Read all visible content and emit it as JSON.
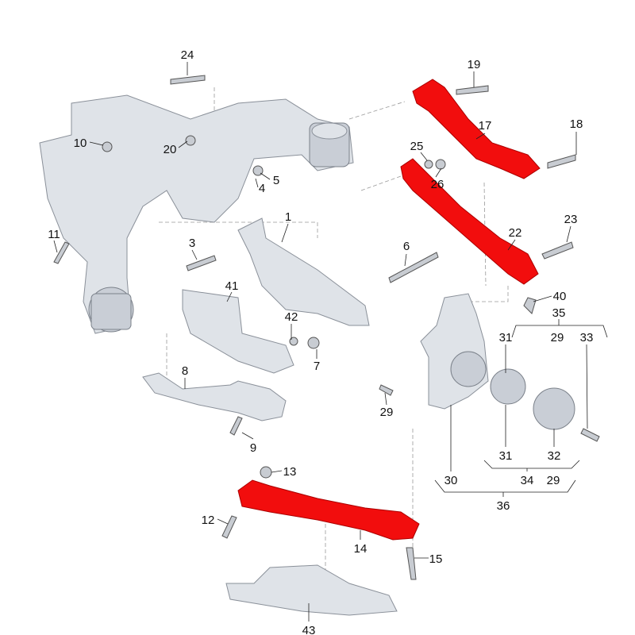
{
  "title": "Rear axle suspension parts diagram",
  "colors": {
    "highlight": "#f20d0d",
    "part": "#dfe3e8",
    "outline": "#8a9099"
  },
  "callouts": [
    "24",
    "19",
    "18",
    "17",
    "10",
    "20",
    "25",
    "26",
    "5",
    "4",
    "1",
    "23",
    "22",
    "11",
    "3",
    "6",
    "41",
    "40",
    "35",
    "42",
    "31",
    "29",
    "33",
    "7",
    "8",
    "29",
    "9",
    "31",
    "32",
    "13",
    "30",
    "34",
    "29",
    "36",
    "12",
    "14",
    "15",
    "43"
  ]
}
